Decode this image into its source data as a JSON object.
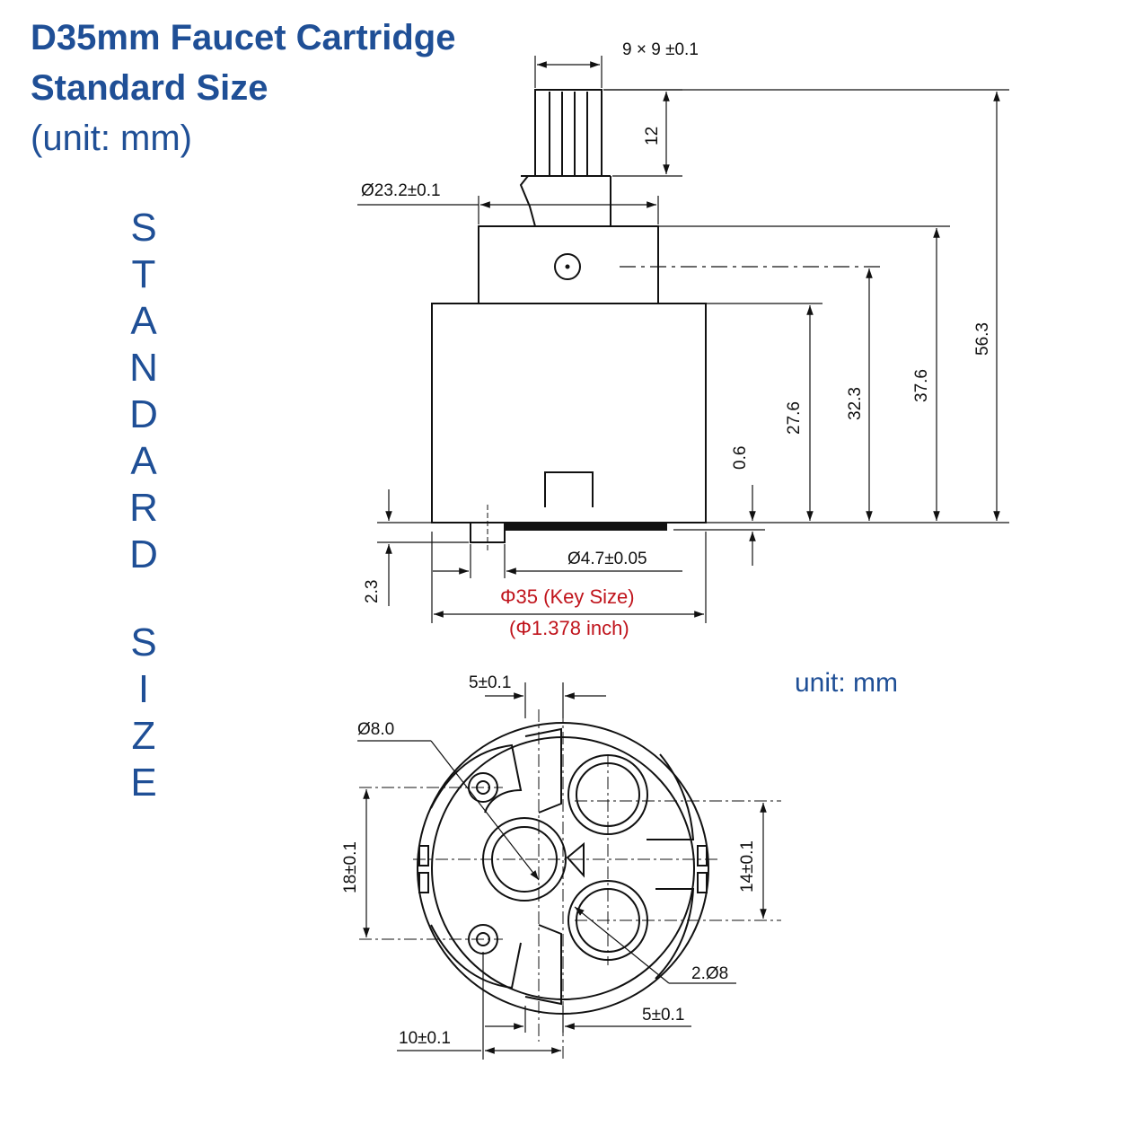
{
  "title": {
    "line1": "D35mm Faucet Cartridge",
    "line2": "Standard Size",
    "line3": "(unit: mm)"
  },
  "side_label": {
    "word1": [
      "S",
      "T",
      "A",
      "N",
      "D",
      "A",
      "R",
      "D"
    ],
    "word2": [
      "S",
      "I",
      "Z",
      "E"
    ]
  },
  "unit_note": "unit: mm",
  "side_view": {
    "stem_width": "9 × 9 ±0.1",
    "stem_height": "12",
    "body_diameter": "Ø23.2±0.1",
    "total_height": "56.3",
    "dim_37_6": "37.6",
    "dim_32_3": "32.3",
    "dim_27_6": "27.6",
    "dim_0_6": "0.6",
    "dim_2_3": "2.3",
    "pin_diameter": "Ø4.7±0.05",
    "key_size": "Φ35 (Key Size)",
    "key_size_inch": "(Φ1.378 inch)"
  },
  "bottom_view": {
    "dim_top_5": "5±0.1",
    "pin_diameter": "Ø8.0",
    "dim_18": "18±0.1",
    "dim_14": "14±0.1",
    "port_diameter": "2.Ø8",
    "dim_bottom_5": "5±0.1",
    "dim_10": "10±0.1"
  },
  "colors": {
    "title_blue": "#1f4f96",
    "key_red": "#c0141c",
    "line": "#111111"
  }
}
